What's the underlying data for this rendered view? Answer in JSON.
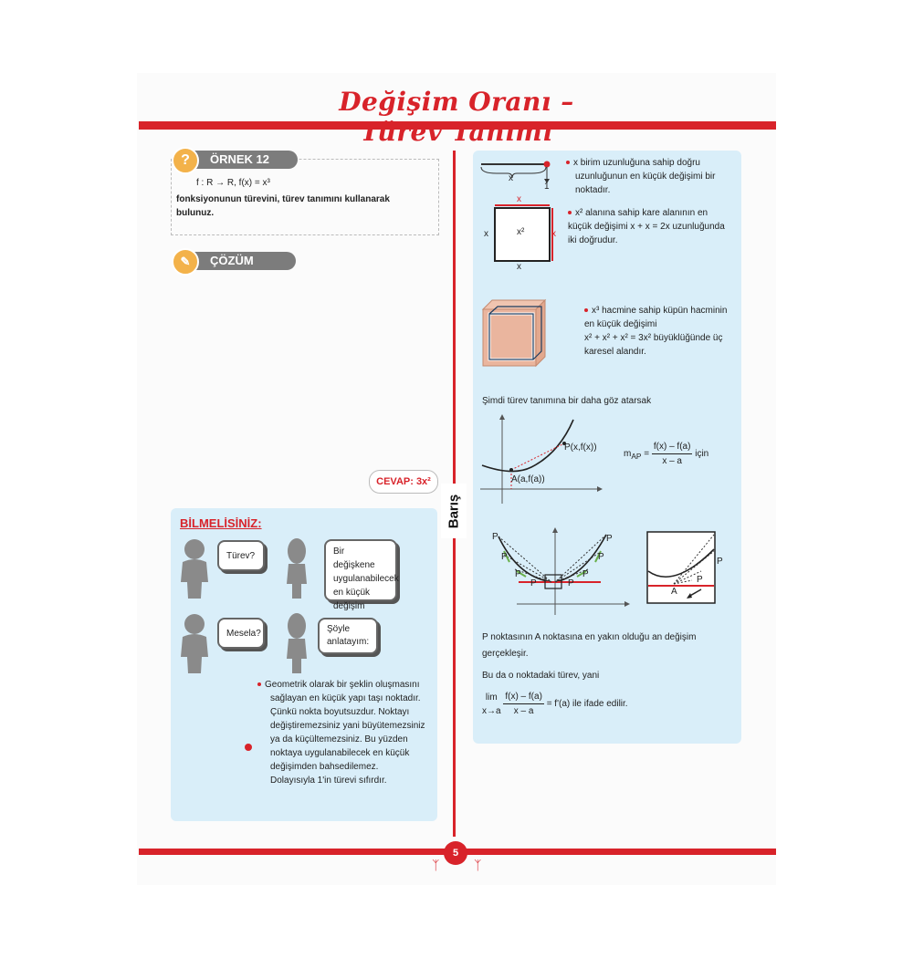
{
  "header": {
    "title": "Değişim Oranı – Türev Tanımı",
    "page_number": "5",
    "brand": "Barış",
    "accent": "#d8232a"
  },
  "example": {
    "badge": "ÖRNEK 12",
    "badge_icon": "?",
    "function": "f : R → R, f(x) = x³",
    "question": "fonksiyonunun türevini, türev tanımını kullanarak bulunuz."
  },
  "solution": {
    "badge": "ÇÖZÜM",
    "answer": "CEVAP: 3x²"
  },
  "bilmelisiniz": {
    "title": "BİLMELİSİNİZ:",
    "bubbles": [
      "Türev?",
      "Bir değişkene uygulanabilecek en küçük değişim",
      "Mesela?",
      "Şöyle anlatayım:"
    ],
    "note": "Geometrik olarak bir şeklin oluşmasını sağlayan en küçük yapı taşı noktadır. Çünkü nokta boyutsuzdur. Noktayı değiştiremezsiniz yani büyütemezsiniz ya da küçültemezsiniz. Bu yüzden noktaya uygulanabilecek en küçük değişimden bahsedilemez. Dolayısıyla 1'in türevi sıfırdır."
  },
  "right": {
    "line_text": "x birim uzunluğuna sahip doğru uzunluğunun en küçük değişimi bir noktadır.",
    "line_labels": {
      "x": "x",
      "one": "1"
    },
    "square_text": "x² alanına sahip kare alanının en küçük değişimi x + x = 2x uzunluğunda iki doğrudur.",
    "square_labels": {
      "top": "x",
      "right": "x",
      "left": "x",
      "bottom": "x",
      "center": "x²"
    },
    "cube_text_1": "x³ hacmine sahip küpün hacminin en küçük değişimi",
    "cube_text_2": "x² + x² + x² = 3x² büyüklüğünde üç karesel alandır.",
    "intro": "Şimdi türev tanımına bir daha göz atarsak",
    "graph_labels": {
      "P": "P(x,f(x))",
      "A": "A(a,f(a))"
    },
    "slope_lhs": "m",
    "slope_sub": "AP",
    "slope_eq": "=",
    "slope_num": "f(x) – f(a)",
    "slope_den": "x – a",
    "slope_suffix": "için",
    "p_label": "P",
    "a_label": "A",
    "closest_text": "P noktasının A noktasına en yakın olduğu an değişim gerçekleşir.",
    "derivative_text": "Bu da o noktadaki türev, yani",
    "lim_word": "lim",
    "lim_sub": "x→a",
    "lim_num": "f(x) – f(a)",
    "lim_den": "x – a",
    "lim_rhs": "= f'(a) ile ifade edilir."
  }
}
